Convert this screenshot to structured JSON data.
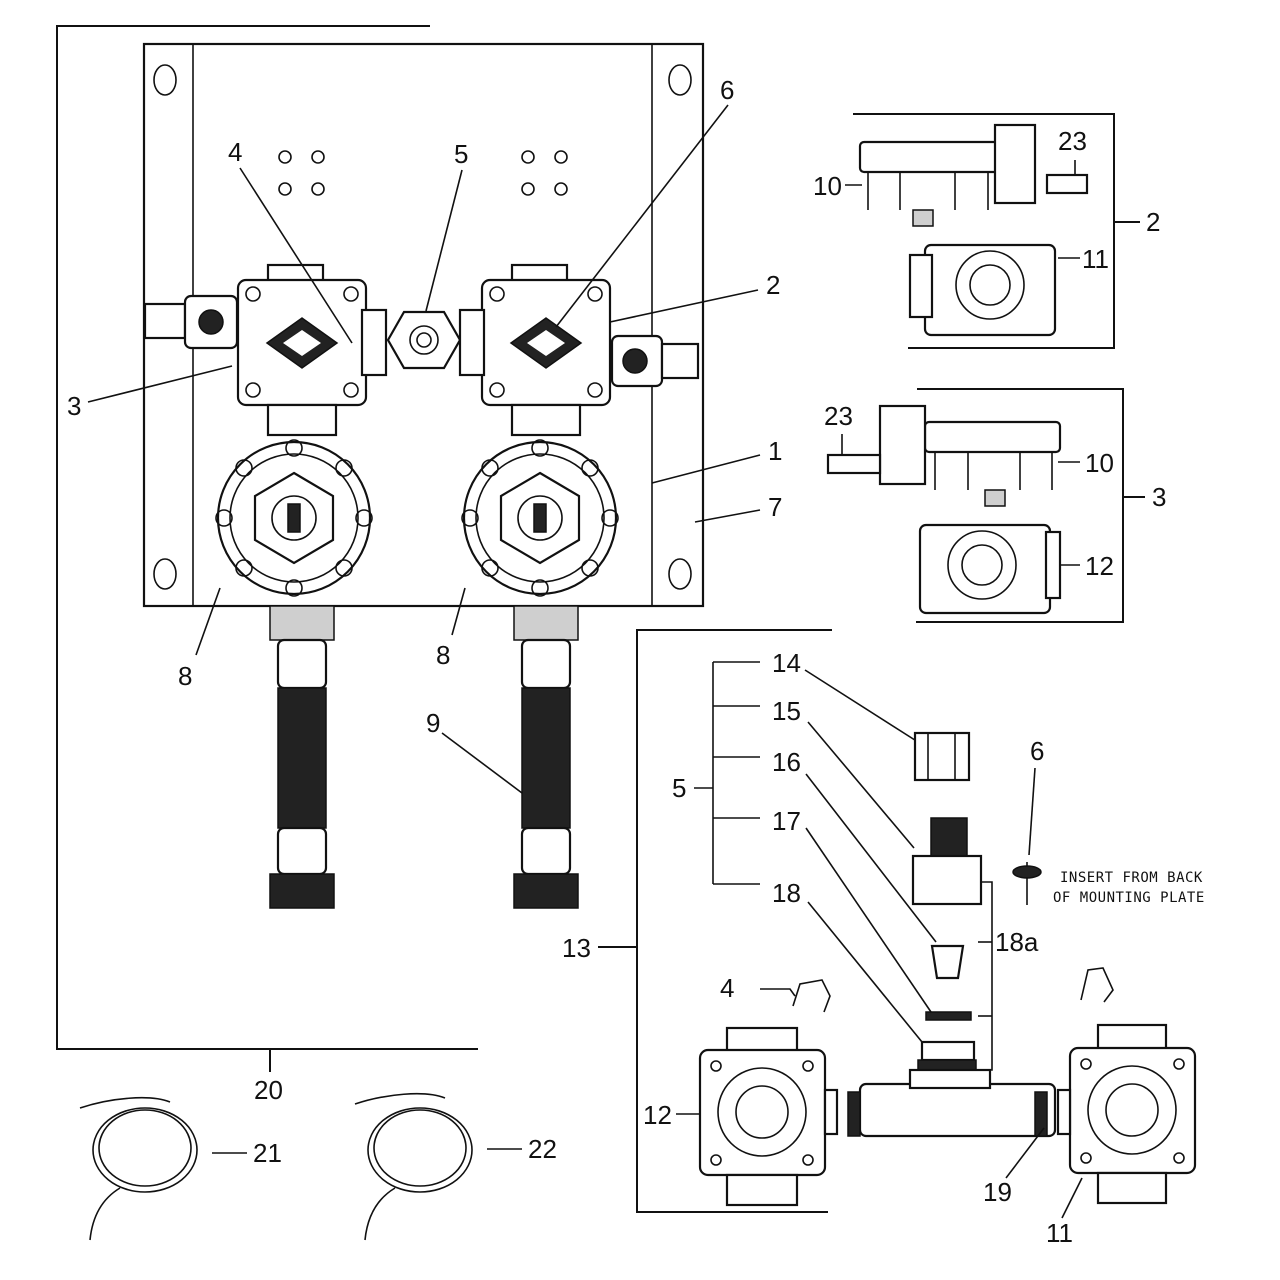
{
  "callouts": {
    "n1": "1",
    "n2": "2",
    "n3": "3",
    "n4": "4",
    "n5": "5",
    "n6": "6",
    "n7": "7",
    "n8": "8",
    "n9": "9",
    "n10": "10",
    "n11": "11",
    "n12": "12",
    "n13": "13",
    "n14": "14",
    "n15": "15",
    "n16": "16",
    "n17": "17",
    "n18": "18",
    "n18a": "18a",
    "n19": "19",
    "n20": "20",
    "n21": "21",
    "n22": "22",
    "n23": "23"
  },
  "note": {
    "line1": "INSERT FROM BACK",
    "line2": "OF MOUNTING PLATE"
  }
}
